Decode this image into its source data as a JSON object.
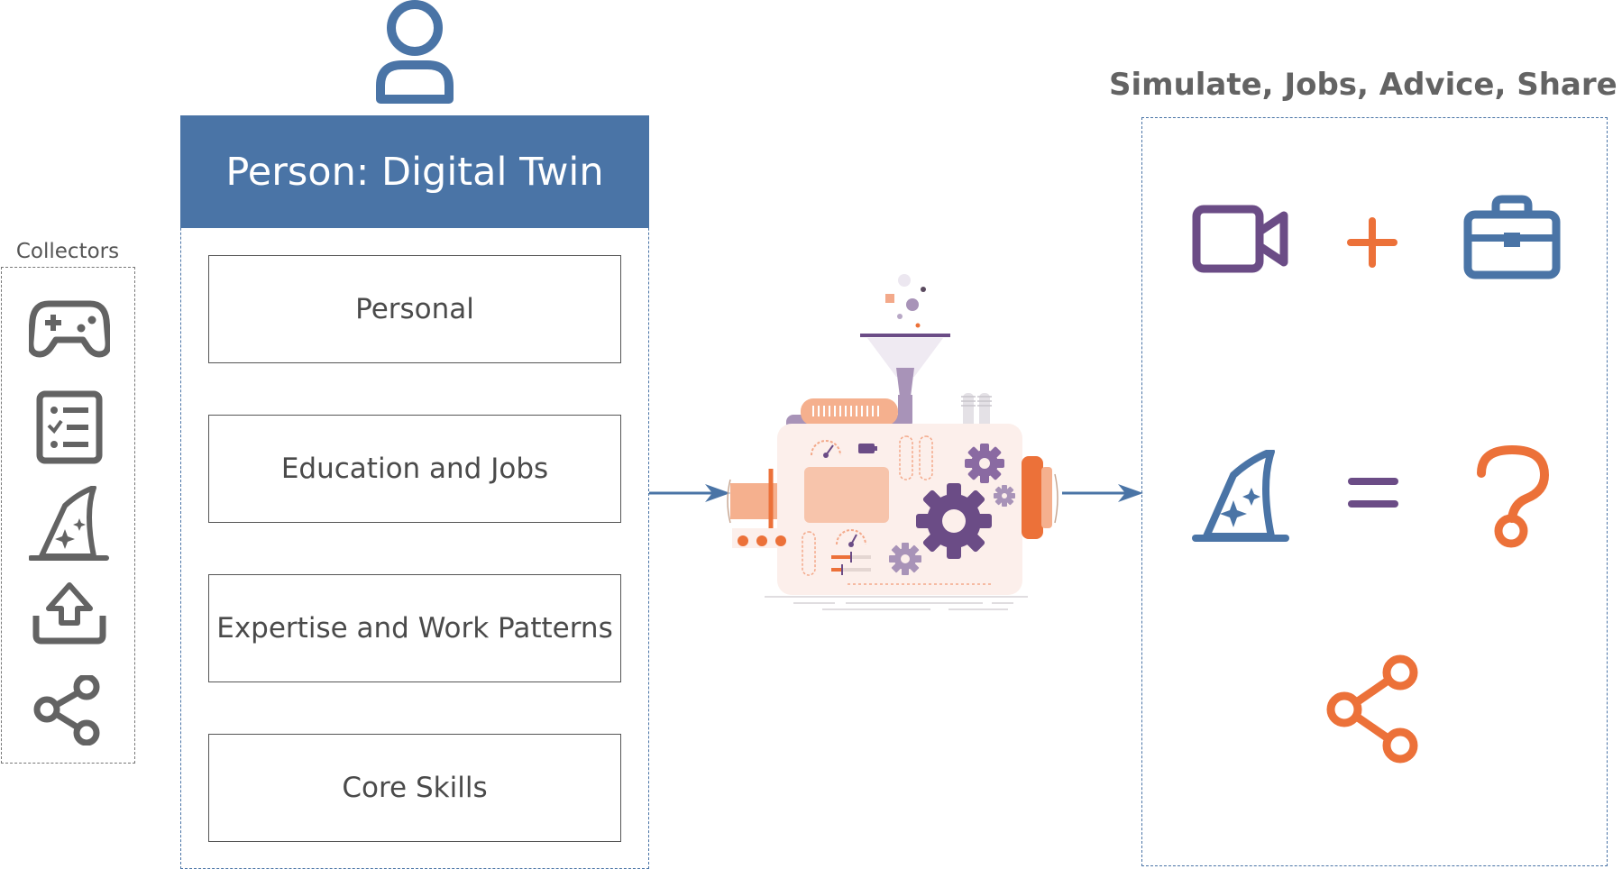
{
  "collectors": {
    "label": "Collectors",
    "icons": [
      "gamepad-icon",
      "checklist-icon",
      "wizard-hat-icon",
      "upload-tray-icon",
      "share-icon"
    ]
  },
  "twin": {
    "header": "Person: Digital Twin",
    "cards": [
      "Personal",
      "Education and Jobs",
      "Expertise and Work Patterns",
      "Core Skills"
    ],
    "icon": "person-icon"
  },
  "machine": {
    "icon": "processing-machine-illustration"
  },
  "outputs": {
    "title": "Simulate, Jobs, Advice, Share",
    "icons": [
      "video-camera-icon",
      "plus-icon",
      "briefcase-icon",
      "wizard-hat-icon",
      "equals-icon",
      "question-mark-icon",
      "share-icon"
    ]
  },
  "colors": {
    "blue": "#4a74a6",
    "purple": "#6b4c86",
    "orange": "#ec7139",
    "gray": "#636363"
  }
}
